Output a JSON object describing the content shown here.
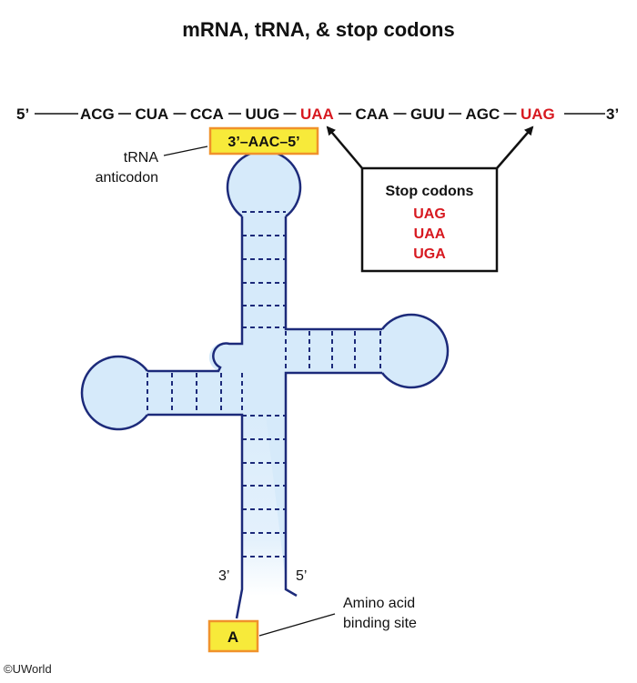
{
  "title": "mRNA, tRNA, & stop codons",
  "mrna": {
    "five_prime": "5’",
    "three_prime": "3’",
    "codons": [
      {
        "text": "ACG",
        "stop": false
      },
      {
        "text": "CUA",
        "stop": false
      },
      {
        "text": "CCA",
        "stop": false
      },
      {
        "text": "UUG",
        "stop": false
      },
      {
        "text": "UAA",
        "stop": true
      },
      {
        "text": "CAA",
        "stop": false
      },
      {
        "text": "GUU",
        "stop": false
      },
      {
        "text": "AGC",
        "stop": false
      },
      {
        "text": "UAG",
        "stop": true
      }
    ]
  },
  "anticodon": {
    "label": "3’–AAC–5’",
    "caption_line1": "tRNA",
    "caption_line2": "anticodon"
  },
  "stop_box": {
    "heading": "Stop codons",
    "codons": [
      "UAG",
      "UAA",
      "UGA"
    ]
  },
  "trna_ends": {
    "three_prime": "3’",
    "five_prime": "5’"
  },
  "amino_acid": {
    "label": "A",
    "caption_line1": "Amino acid",
    "caption_line2": "binding site"
  },
  "copyright": "©UWorld",
  "colors": {
    "stop_red": "#d71920",
    "trna_fill": "#d6eafa",
    "trna_stroke": "#1c2a7a",
    "box_yellow": "#f7ea3a",
    "box_orange": "#f0922b"
  }
}
